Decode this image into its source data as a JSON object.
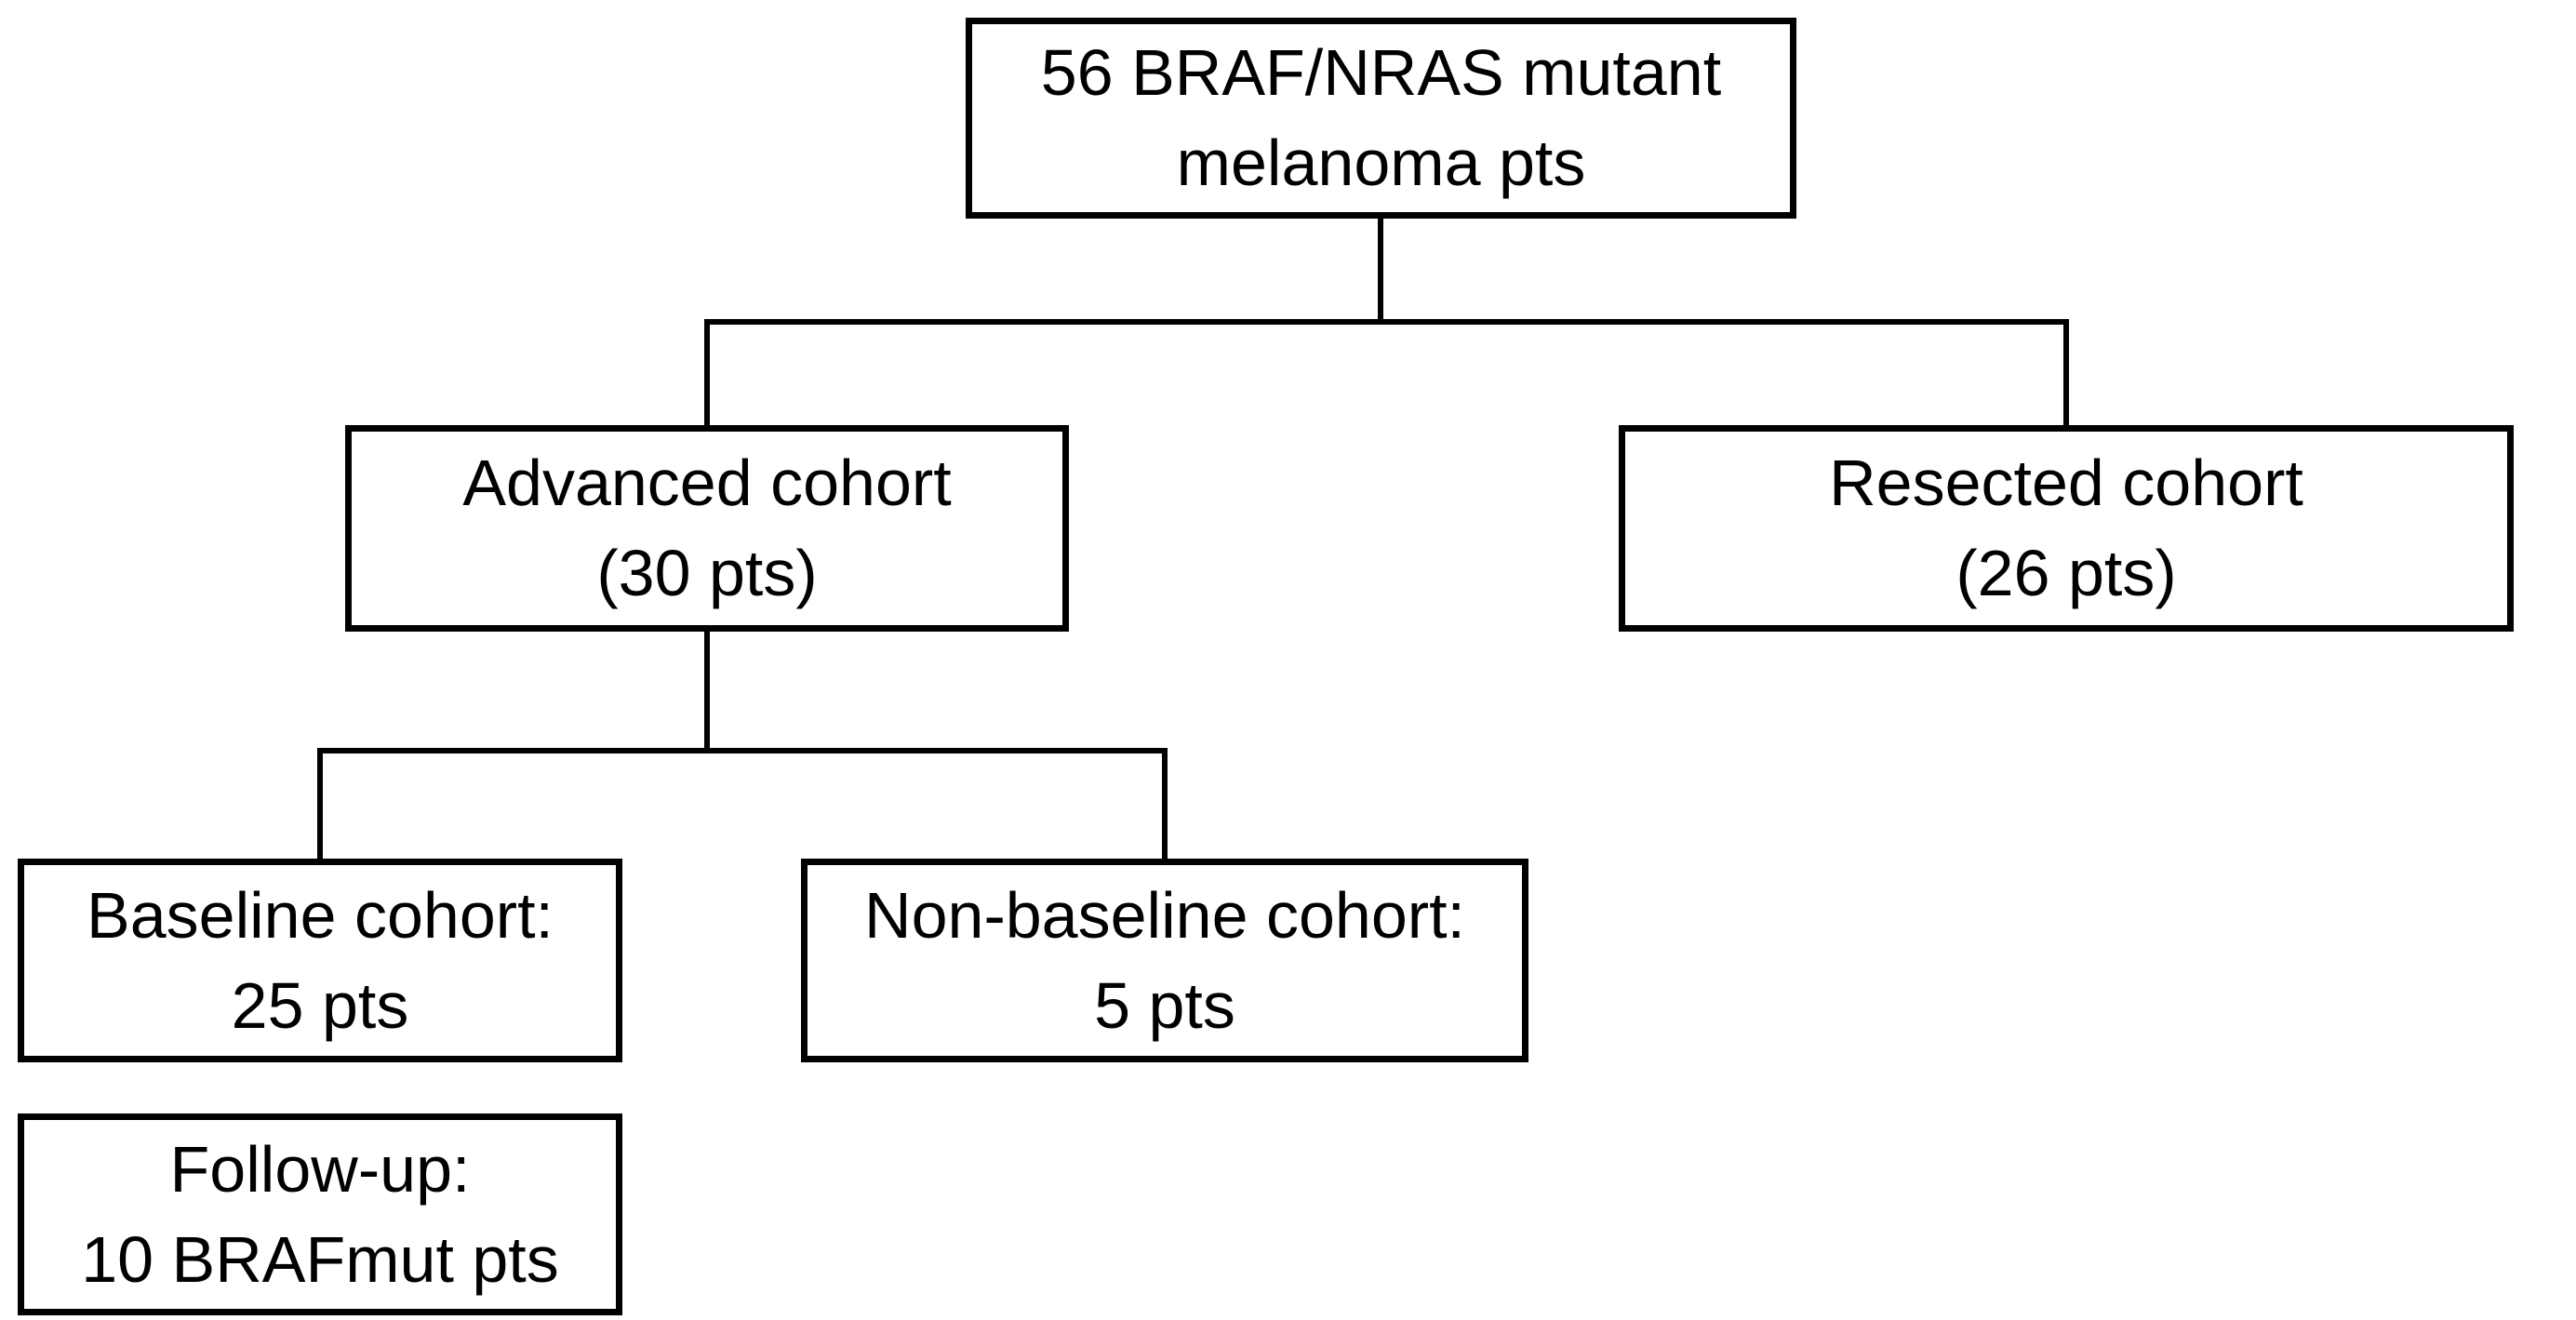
{
  "diagram": {
    "type": "flowchart",
    "background": "#ffffff",
    "colors": {
      "box_border": "#000000",
      "box_fill": "#ffffff",
      "text": "#000000",
      "connector": "#000000"
    },
    "nodes": {
      "root": {
        "line1": "56 BRAF/NRAS mutant",
        "line2": "melanoma pts"
      },
      "advanced": {
        "line1": "Advanced cohort",
        "line2": "(30 pts)"
      },
      "resected": {
        "line1": "Resected cohort",
        "line2": "(26 pts)"
      },
      "baseline": {
        "line1": "Baseline cohort:",
        "line2": "25 pts"
      },
      "non_baseline": {
        "line1": "Non-baseline cohort:",
        "line2": "5 pts"
      },
      "follow_up": {
        "line1": "Follow-up:",
        "line2": "10 BRAFmut pts"
      }
    },
    "edges": [
      {
        "from": "root",
        "to": "advanced"
      },
      {
        "from": "root",
        "to": "resected"
      },
      {
        "from": "advanced",
        "to": "baseline"
      },
      {
        "from": "advanced",
        "to": "non_baseline"
      }
    ]
  }
}
